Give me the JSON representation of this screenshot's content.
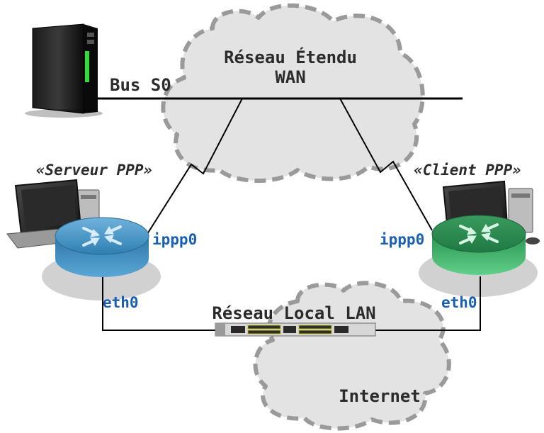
{
  "wan_cloud": {
    "line1": "Réseau Étendu",
    "line2": "WAN"
  },
  "bus": {
    "label": "Bus S0"
  },
  "server_side": {
    "role": "«Serveur PPP»",
    "ppp_iface": "ippp0",
    "eth_iface": "eth0"
  },
  "client_side": {
    "role": "«Client PPP»",
    "ppp_iface": "ippp0",
    "eth_iface": "eth0"
  },
  "lan": {
    "label": "Réseau Local LAN"
  },
  "internet_cloud": {
    "label": "Internet"
  },
  "colors": {
    "iface_text": "#1a5fb4",
    "label_text": "#2b2b2b",
    "cloud_fill": "#e3e3e3",
    "cloud_stroke": "#9a9a9a",
    "router_server": "#3a7fb0",
    "router_client": "#2fae5c"
  },
  "icons": {
    "tower": "server-tower-icon",
    "workstation": "desktop-computer-icon",
    "router": "router-icon",
    "switch": "network-switch-icon"
  }
}
